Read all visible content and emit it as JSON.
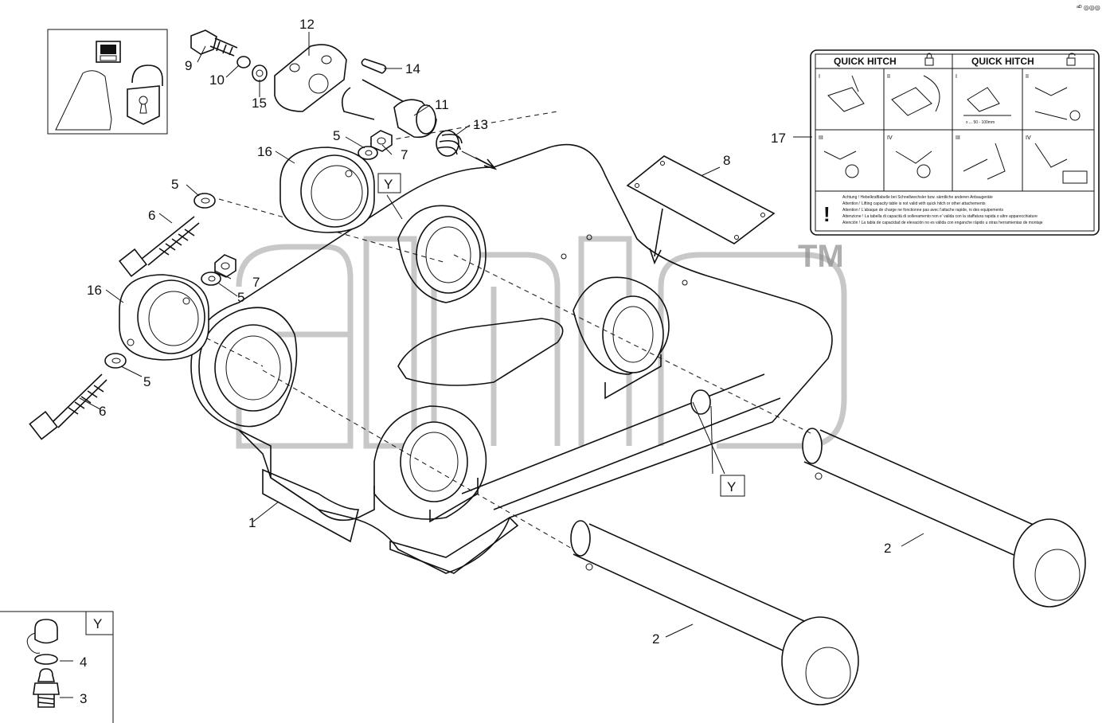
{
  "corner_mark": "ᵃᴰ ◎◎◎",
  "watermark": {
    "text": "alfa",
    "tm": "TM"
  },
  "callouts": {
    "c1": "1",
    "c2a": "2",
    "c2b": "2",
    "c3": "3",
    "c4": "4",
    "c5a": "5",
    "c5b": "5",
    "c5c": "5",
    "c5d": "5",
    "c6a": "6",
    "c6b": "6",
    "c7a": "7",
    "c7b": "7",
    "c8": "8",
    "c9": "9",
    "c10": "10",
    "c11": "11",
    "c12": "12",
    "c13": "13",
    "c14": "14",
    "c15": "15",
    "c16a": "16",
    "c16b": "16",
    "c17": "17"
  },
  "detail_tags": {
    "top": "Y",
    "right": "Y",
    "inset": "Y"
  },
  "decal": {
    "title_left": "QUICK HITCH",
    "title_right": "QUICK HITCH",
    "panel_roman": [
      "I",
      "II",
      "I",
      "II",
      "III",
      "IV",
      "III",
      "IV"
    ],
    "dimension": "x ... 50 - 100mm",
    "warning_icon": "!",
    "warning_lines": [
      "Achtung ! Hebelkraftlabelle bei Schnellwechsler bzw. sämtliche anderen Anbaugeräte",
      "Attention ! Lifting capacity table is not valid with quick hitch or other attachements",
      "Attention ! L'abaque de charge ne fonctionne pas avec l'attache rapide, ni des equipements",
      "Attenzione ! La tabella di capacità di sollevamento non e' valida con la staffatura rapida o altre apparecchiature",
      "Atención ! La tabla de capacidad de elevación no es válida con enganche rápido u otras herramientas de montaje"
    ]
  },
  "icons": [
    "switch-icon",
    "bucket-icon",
    "unlocked-padlock-icon",
    "padlock-icon"
  ]
}
